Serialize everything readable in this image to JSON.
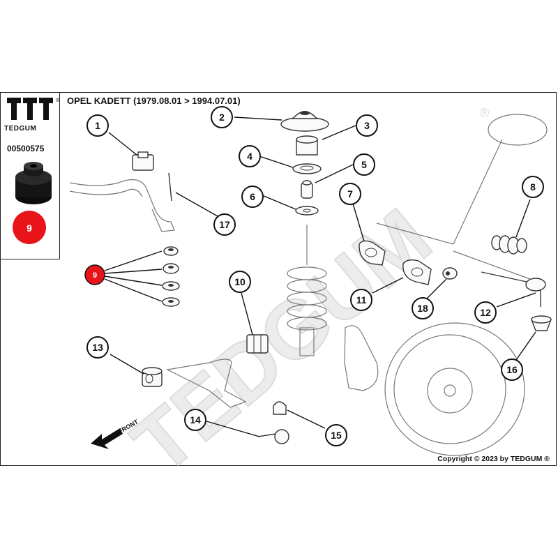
{
  "brand": {
    "name": "TEDGUM",
    "registered_mark": "®"
  },
  "product_code": "00500575",
  "title": "OPEL KADETT  (1979.08.01 > 1994.07.01)",
  "watermark": "TEDGUM",
  "watermark_mark": "®",
  "selected_badge": {
    "label": "9",
    "color": "#e8141a"
  },
  "callouts": [
    {
      "id": "1",
      "label": "1"
    },
    {
      "id": "2",
      "label": "2"
    },
    {
      "id": "3",
      "label": "3"
    },
    {
      "id": "4",
      "label": "4"
    },
    {
      "id": "5",
      "label": "5"
    },
    {
      "id": "6",
      "label": "6"
    },
    {
      "id": "7",
      "label": "7"
    },
    {
      "id": "8",
      "label": "8"
    },
    {
      "id": "9",
      "label": "9"
    },
    {
      "id": "10",
      "label": "10"
    },
    {
      "id": "11",
      "label": "11"
    },
    {
      "id": "12",
      "label": "12"
    },
    {
      "id": "13",
      "label": "13"
    },
    {
      "id": "14",
      "label": "14"
    },
    {
      "id": "15",
      "label": "15"
    },
    {
      "id": "16",
      "label": "16"
    },
    {
      "id": "17",
      "label": "17"
    },
    {
      "id": "18",
      "label": "18"
    }
  ],
  "front_label": "FRONT",
  "copyright": "Copyright © 2023 by TEDGUM ®",
  "colors": {
    "highlight": "#e8141a",
    "ink": "#111111",
    "watermark": "#e9e9e9"
  }
}
